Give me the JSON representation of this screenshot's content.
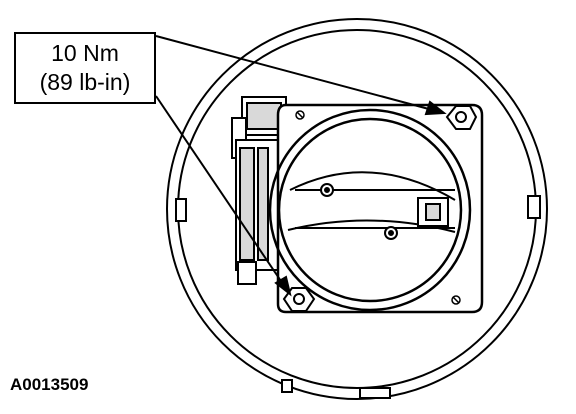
{
  "callout": {
    "torque_metric": "10 Nm",
    "torque_imperial": "(89 lb-in)"
  },
  "figure_id": "A0013509",
  "colors": {
    "ink": "#000000",
    "paper": "#ffffff",
    "shade": "#d9d9d9"
  }
}
